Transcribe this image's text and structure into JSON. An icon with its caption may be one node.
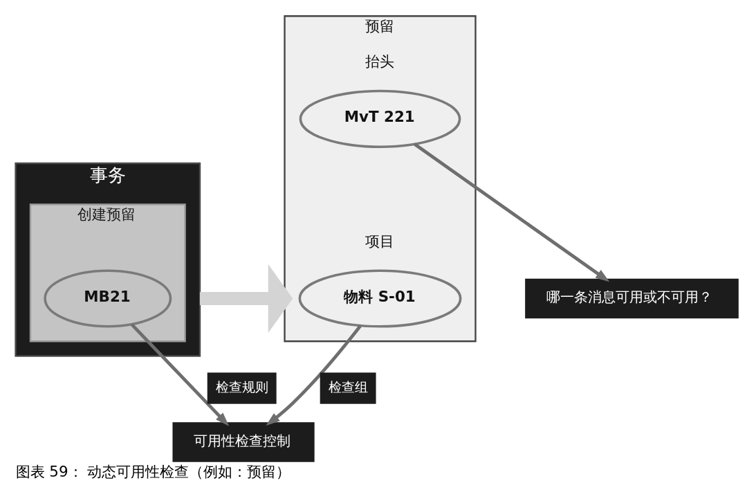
{
  "diagram": {
    "caption": "图表 59： 动态可用性检查（例如：预留）",
    "nodes": [
      {
        "text": [
          "事务"
        ]
      },
      {
        "text": [
          "创建预留"
        ],
        "in": 0
      },
      {
        "text": [
          "MB21"
        ],
        "in": 1
      },
      {
        "text": [
          "预留"
        ]
      },
      {
        "text": [
          "MvT 221"
        ],
        "in": 3,
        "beside": [
          "抬头"
        ]
      },
      {
        "text": [
          "物料 S-01"
        ],
        "in": 3,
        "beside": [
          "项目"
        ]
      },
      {
        "text": [
          "可用性检查控制"
        ]
      },
      {
        "text": [
          "哪一条消息可用或不可用？"
        ]
      }
    ],
    "edges": [
      {
        "from": 0,
        "to": 3,
        "arrow": "to",
        "style": "thick",
        "color": "#d4d4d4"
      },
      {
        "from": 2,
        "to": 6,
        "arrow": "to",
        "label": "检查规则"
      },
      {
        "from": 5,
        "to": 6,
        "arrow": "to",
        "label": "检查组"
      },
      {
        "from": 4,
        "to": 7,
        "arrow": "to"
      }
    ]
  }
}
